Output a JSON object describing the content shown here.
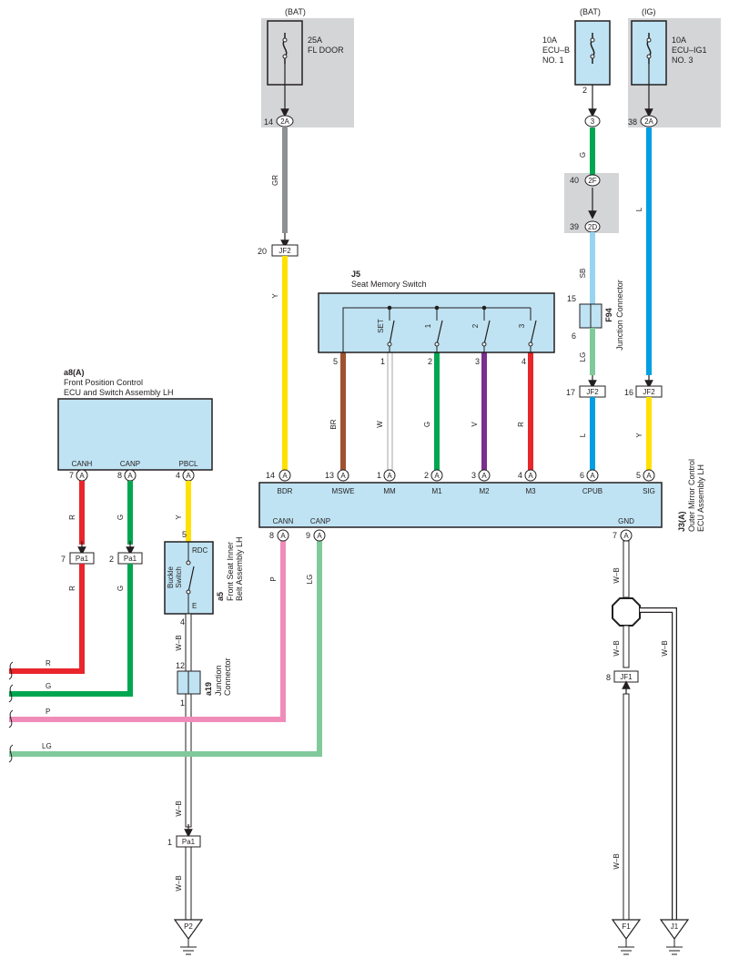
{
  "colors": {
    "box_fill": "#bfe3f3",
    "shade": "#d4d5d7",
    "gray_wire": "#8e9093",
    "yellow_wire": "#ffe100",
    "brown_wire": "#a05230",
    "green_wire": "#00a650",
    "violet_wire": "#7a2e8e",
    "red_wire": "#e8262c",
    "blue_wire": "#009fe3",
    "light_blue_wire": "#98d4f0",
    "light_green_wire": "#80c99b",
    "pink_wire": "#f08cba"
  },
  "fuses": {
    "fl_door": {
      "source": "(BAT)",
      "rating": "25A",
      "name": "FL DOOR",
      "pin": "14",
      "conn": "2A"
    },
    "ecu_b": {
      "source": "(BAT)",
      "rating": "10A",
      "name1": "ECU–B",
      "name2": "NO. 1",
      "pin_top": "2",
      "conn": "3"
    },
    "ecu_ig1": {
      "source": "(IG)",
      "rating": "10A",
      "name1": "ECU–IG1",
      "name2": "NO. 3",
      "pin": "38",
      "conn": "2A"
    }
  },
  "junctions": {
    "c2f": {
      "pin": "40",
      "label": "2F"
    },
    "c2d": {
      "pin": "39",
      "label": "2D"
    },
    "jf2_left": {
      "pin": "20",
      "label": "JF2"
    },
    "jf2_mid": {
      "pin": "17",
      "label": "JF2"
    },
    "jf2_right": {
      "pin": "16",
      "label": "JF2"
    },
    "jf1": {
      "pin": "8",
      "label": "JF1"
    },
    "pa1_a": {
      "pin": "7",
      "label": "Pa1"
    },
    "pa1_b": {
      "pin": "2",
      "label": "Pa1"
    },
    "pa1_c": {
      "pin": "1",
      "label": "Pa1"
    }
  },
  "f94": {
    "code": "F94",
    "name": "Junction Connector",
    "pin_top": "15",
    "pin_bottom": "6"
  },
  "a19": {
    "code": "a19",
    "name1": "Junction",
    "name2": "Connector",
    "pin_top": "12",
    "pin_bottom": "1"
  },
  "j5": {
    "code": "J5",
    "name": "Seat Memory Switch",
    "switches": [
      "SET",
      "1",
      "2",
      "3"
    ],
    "pins": [
      "5",
      "1",
      "2",
      "3",
      "4"
    ]
  },
  "a8": {
    "code": "a8(A)",
    "name1": "Front Position Control",
    "name2": "ECU and Switch Assembly LH",
    "terminals": [
      {
        "pin": "7",
        "conn": "A",
        "name": "CANH"
      },
      {
        "pin": "8",
        "conn": "A",
        "name": "CANP"
      },
      {
        "pin": "4",
        "conn": "A",
        "name": "PBCL"
      }
    ]
  },
  "a5": {
    "code": "a5",
    "name1": "Front Seat Inner",
    "name2": "Belt Assembly LH",
    "switch_name1": "Buckle",
    "switch_name2": "Switch",
    "term_top": "RDC",
    "term_bottom": "E",
    "pin_top": "5",
    "pin_bottom": "4"
  },
  "j3": {
    "code": "J3(A)",
    "name1": "Outer Mirror Control",
    "name2": "ECU Assembly LH",
    "top_terminals": [
      {
        "pin": "14",
        "conn": "A",
        "name": "BDR"
      },
      {
        "pin": "13",
        "conn": "A",
        "name": "MSWE"
      },
      {
        "pin": "1",
        "conn": "A",
        "name": "MM"
      },
      {
        "pin": "2",
        "conn": "A",
        "name": "M1"
      },
      {
        "pin": "3",
        "conn": "A",
        "name": "M2"
      },
      {
        "pin": "4",
        "conn": "A",
        "name": "M3"
      },
      {
        "pin": "6",
        "conn": "A",
        "name": "CPUB"
      },
      {
        "pin": "5",
        "conn": "A",
        "name": "SIG"
      }
    ],
    "bottom_terminals": [
      {
        "pin": "8",
        "conn": "A",
        "name": "CANN"
      },
      {
        "pin": "9",
        "conn": "A",
        "name": "CANP"
      },
      {
        "pin": "7",
        "conn": "A",
        "name": "GND"
      }
    ]
  },
  "wire_labels": {
    "gr": "GR",
    "y": "Y",
    "g": "G",
    "sb": "SB",
    "lg": "LG",
    "l": "L",
    "br": "BR",
    "w": "W",
    "v": "V",
    "r": "R",
    "p": "P",
    "wb": "W–B"
  },
  "grounds": {
    "p2": "P2",
    "f1": "F1",
    "j1": "J1"
  }
}
